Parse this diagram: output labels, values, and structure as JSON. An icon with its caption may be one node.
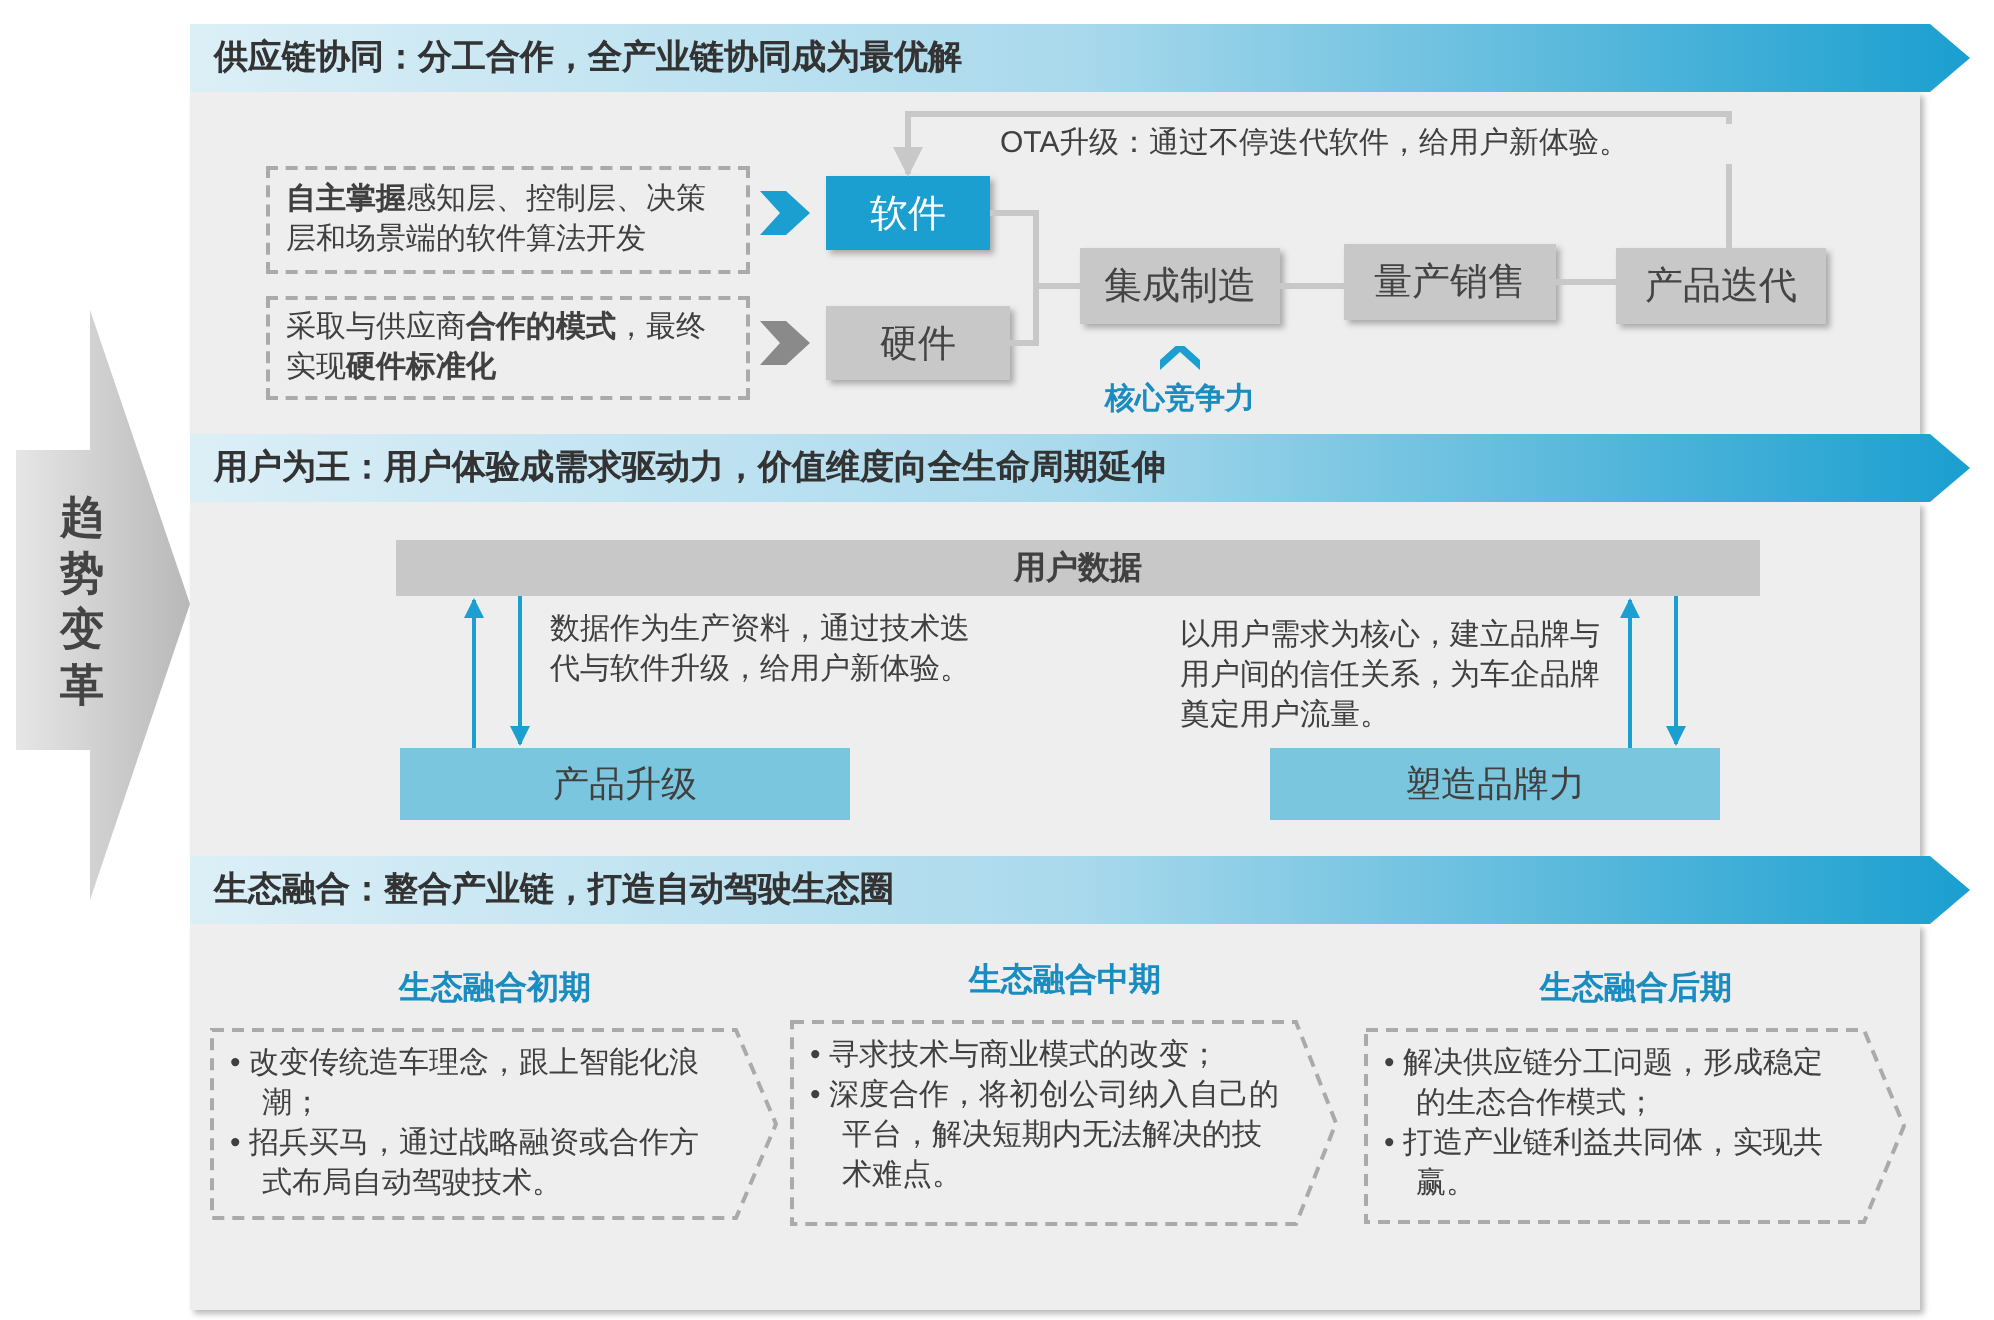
{
  "diagram": {
    "nodes": [
      {
        "text": [
          "趋势变革"
        ]
      },
      {
        "text": [
          "供应链协同：分工合作，全产业链协同成为最优解"
        ]
      },
      {
        "text": [
          "**自主掌握**感知层、控制层、决策层和场景端的软件算法开发"
        ],
        "in": 1
      },
      {
        "text": [
          "软件"
        ],
        "in": 1
      },
      {
        "text": [
          "采取与供应商**合作的模式**，最终实现**硬件标准化**"
        ],
        "in": 1
      },
      {
        "text": [
          "硬件"
        ],
        "in": 1
      },
      {
        "text": [
          "集成制造"
        ],
        "in": 1,
        "beside": [
          "核心竞争力"
        ]
      },
      {
        "text": [
          "量产销售"
        ],
        "in": 1
      },
      {
        "text": [
          "产品迭代"
        ],
        "in": 1
      },
      {
        "text": [
          "用户为王：用户体验成需求驱动力，价值维度向全生命周期延伸"
        ]
      },
      {
        "text": [
          "用户数据"
        ],
        "in": 9
      },
      {
        "text": [
          "产品升级"
        ],
        "in": 9
      },
      {
        "text": [
          "塑造品牌力"
        ],
        "in": 9
      },
      {
        "text": [
          "生态融合：整合产业链，打造自动驾驶生态圈"
        ]
      },
      {
        "text": [
          "生态融合初期",
          "• 改变传统造车理念，跟上智能化浪潮；",
          "• 招兵买马，通过战略融资或合作方式布局自动驾驶技术。"
        ],
        "in": 13
      },
      {
        "text": [
          "生态融合中期",
          "• 寻求技术与商业模式的改变；",
          "• 深度合作，将初创公司纳入自己的平台，解决短期内无法解决的技术难点。"
        ],
        "in": 13
      },
      {
        "text": [
          "生态融合后期",
          "• 解决供应链分工问题，形成稳定的生态合作模式；",
          "• 打造产业链利益共同体，实现共赢。"
        ],
        "in": 13
      }
    ],
    "edges": [
      {
        "from": 2,
        "to": 3,
        "arrow": "to",
        "style": "thick",
        "color": "#1a9fd0"
      },
      {
        "from": 4,
        "to": 5,
        "arrow": "to",
        "style": "thick",
        "color": "#8a8a8a"
      },
      {
        "from": 3,
        "to": 6,
        "arrow": "none"
      },
      {
        "from": 5,
        "to": 6,
        "arrow": "none"
      },
      {
        "from": 6,
        "to": 7,
        "arrow": "none"
      },
      {
        "from": 7,
        "to": 8,
        "arrow": "none"
      },
      {
        "from": 8,
        "to": 3,
        "arrow": "to",
        "label": "OTA升级：通过不停迭代软件，给用户新体验。"
      },
      {
        "from": 11,
        "to": 10,
        "arrow": "to",
        "color": "#1a9fd0"
      },
      {
        "from": 10,
        "to": 11,
        "arrow": "to",
        "color": "#1a9fd0",
        "label": "数据作为生产资料，通过技术迭代与软件升级，给用户新体验。"
      },
      {
        "from": 12,
        "to": 10,
        "arrow": "to",
        "color": "#1a9fd0",
        "label": "以用户需求为核心，建立品牌与用户间的信任关系，为车企品牌奠定用户流量。"
      },
      {
        "from": 10,
        "to": 12,
        "arrow": "to",
        "color": "#1a9fd0"
      }
    ]
  }
}
